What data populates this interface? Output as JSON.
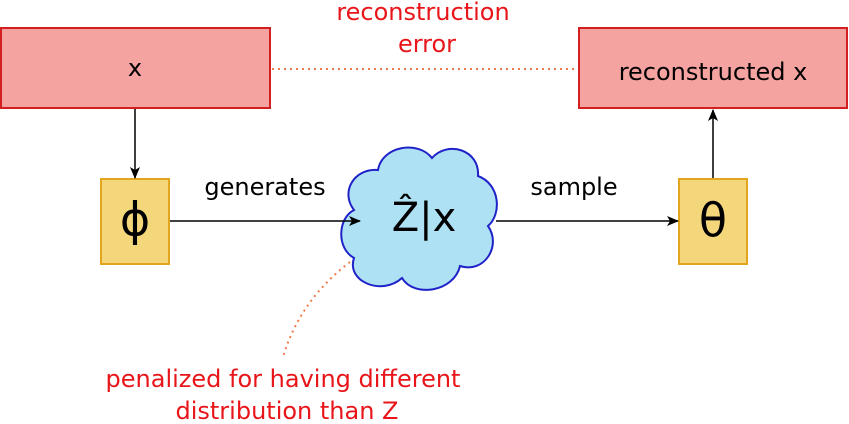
{
  "nodes": {
    "input": {
      "label": "x"
    },
    "output": {
      "label": "reconstructed x"
    },
    "encoder": {
      "label": "ϕ"
    },
    "latent": {
      "label": "Ẑ|x"
    },
    "decoder": {
      "label": "θ"
    }
  },
  "edges": {
    "encoder_to_latent": {
      "label": "generates"
    },
    "latent_to_decoder": {
      "label": "sample"
    }
  },
  "annotations": {
    "reconstruction_error": {
      "line1": "reconstruction",
      "line2": "error"
    },
    "penalty": {
      "line1": "penalized for having different",
      "line2": "distribution than Z"
    }
  },
  "colors": {
    "box_fill": "#f4a3a1",
    "box_stroke": "#d21f1f",
    "param_fill": "#f3d77a",
    "param_stroke": "#e2a51f",
    "cloud_fill": "#aee1f4",
    "cloud_stroke": "#1f22c8",
    "annotation_text": "#e8161a",
    "dotted_line": "#f07a4a",
    "arrow": "#000000"
  }
}
